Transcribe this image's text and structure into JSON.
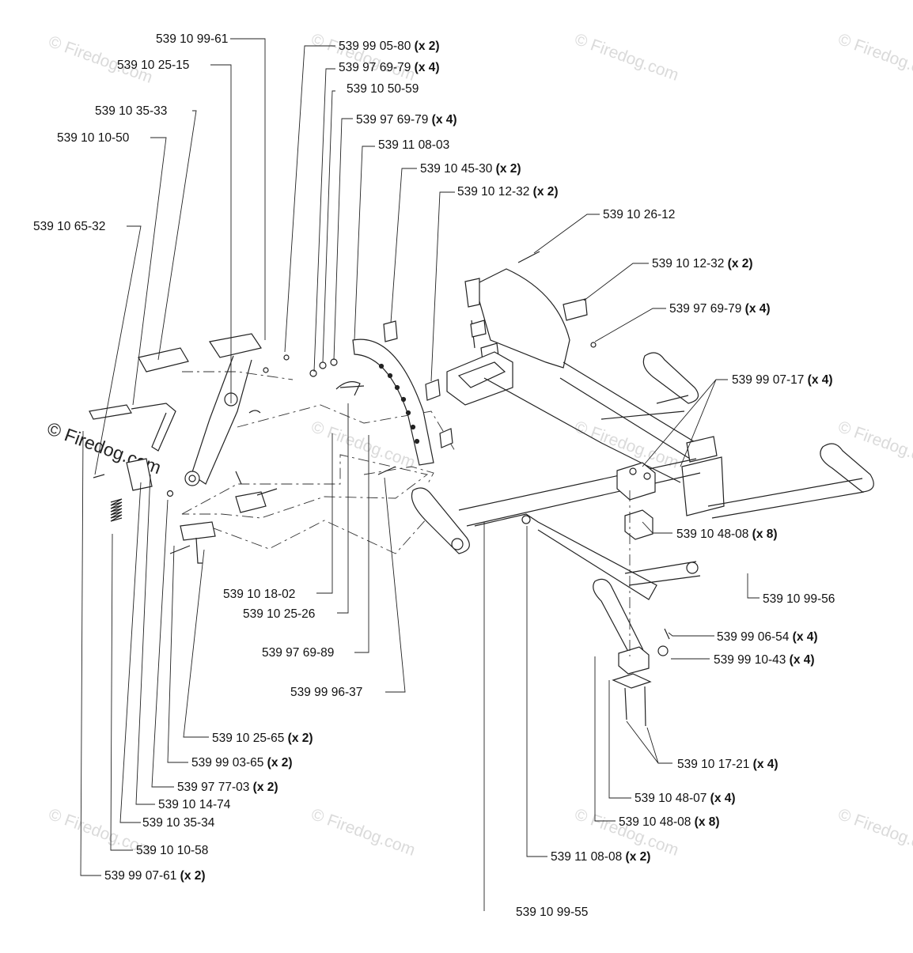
{
  "watermark": {
    "text": "© Firedog.com",
    "primary_text": "© Firedog.com"
  },
  "labels": [
    {
      "part": "539 10 99-61",
      "qty": ""
    },
    {
      "part": "539 10 25-15",
      "qty": ""
    },
    {
      "part": "539 10 35-33",
      "qty": ""
    },
    {
      "part": "539 10 10-50",
      "qty": ""
    },
    {
      "part": "539 10 65-32",
      "qty": ""
    },
    {
      "part": "539 99 05-80",
      "qty": "(x 2)"
    },
    {
      "part": "539 97 69-79",
      "qty": "(x 4)"
    },
    {
      "part": "539 10 50-59",
      "qty": ""
    },
    {
      "part": "539 97 69-79",
      "qty": "(x 4)"
    },
    {
      "part": "539 11 08-03",
      "qty": ""
    },
    {
      "part": "539 10 45-30",
      "qty": "(x 2)"
    },
    {
      "part": "539 10 12-32",
      "qty": "(x 2)"
    },
    {
      "part": "539 10 26-12",
      "qty": ""
    },
    {
      "part": "539 10 12-32",
      "qty": "(x 2)"
    },
    {
      "part": "539 97 69-79",
      "qty": "(x 4)"
    },
    {
      "part": "539 99 07-17",
      "qty": "(x 4)"
    },
    {
      "part": "539 10 48-08",
      "qty": "(x 8)"
    },
    {
      "part": "539 10 99-56",
      "qty": ""
    },
    {
      "part": "539 99 06-54",
      "qty": "(x 4)"
    },
    {
      "part": "539 99 10-43",
      "qty": "(x 4)"
    },
    {
      "part": "539 10 18-02",
      "qty": ""
    },
    {
      "part": "539 10 25-26",
      "qty": ""
    },
    {
      "part": "539 97 69-89",
      "qty": ""
    },
    {
      "part": "539 99 96-37",
      "qty": ""
    },
    {
      "part": "539 10 25-65",
      "qty": "(x 2)"
    },
    {
      "part": "539 99 03-65",
      "qty": "(x 2)"
    },
    {
      "part": "539 97 77-03",
      "qty": "(x 2)"
    },
    {
      "part": "539 10 14-74",
      "qty": ""
    },
    {
      "part": "539 10 35-34",
      "qty": ""
    },
    {
      "part": "539 10 10-58",
      "qty": ""
    },
    {
      "part": "539 99 07-61",
      "qty": "(x 2)"
    },
    {
      "part": "539 10 17-21",
      "qty": "(x 4)"
    },
    {
      "part": "539 10 48-07",
      "qty": "(x 4)"
    },
    {
      "part": "539 10 48-08",
      "qty": "(x 8)"
    },
    {
      "part": "539 11 08-08",
      "qty": "(x 2)"
    },
    {
      "part": "539 10 99-55",
      "qty": ""
    }
  ]
}
